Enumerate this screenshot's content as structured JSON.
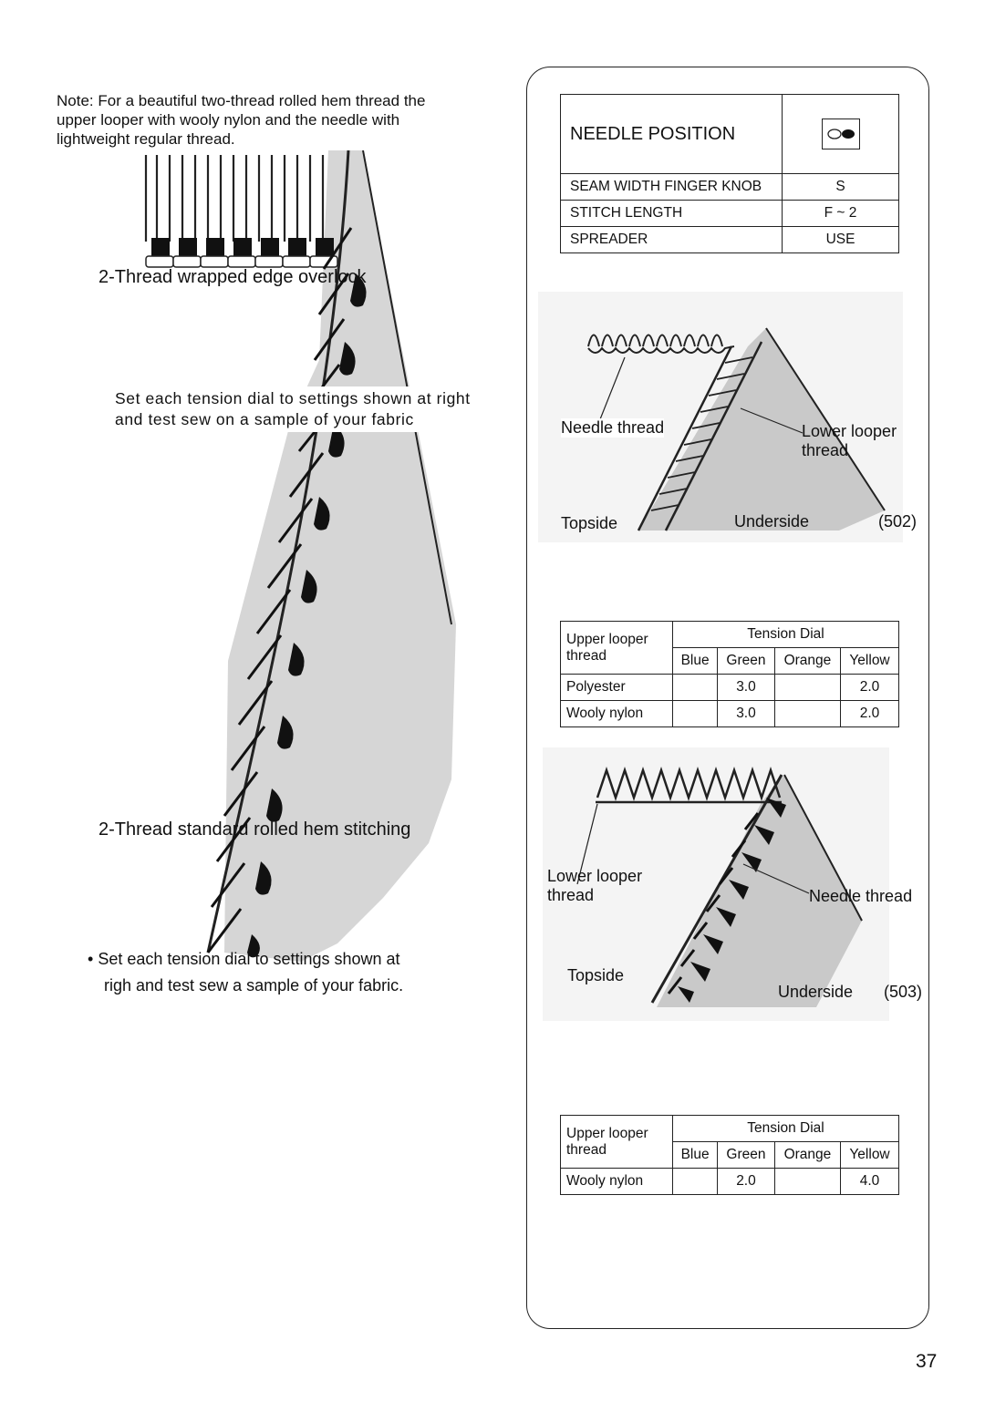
{
  "note": "Note: For a beautiful two-thread rolled hem thread the upper looper with wooly nylon and the needle with lightweight regular thread.",
  "left": {
    "heading1": "2-Thread wrapped edge overlock",
    "instruction1_line1": "Set each tension dial to settings shown at right",
    "instruction1_line2": "and test sew on a sample of your fabric",
    "heading2": "2-Thread standard rolled hem stitching",
    "bullet_line1": "Set each tension dial to settings shown at",
    "bullet_line2": "righ and test sew a sample of your fabric."
  },
  "settings": {
    "needle_position_label": "NEEDLE POSITION",
    "needle_position_icon": "needle-position-right-icon",
    "rows": [
      {
        "label": "SEAM WIDTH FINGER KNOB",
        "value": "S"
      },
      {
        "label": "STITCH LENGTH",
        "value": "F ~ 2"
      },
      {
        "label": "SPREADER",
        "value": "USE"
      }
    ]
  },
  "diagram502": {
    "needle_thread": "Needle thread",
    "lower_looper_line1": "Lower looper",
    "lower_looper_line2": "thread",
    "topside": "Topside",
    "underside": "Underside",
    "code": "(502)"
  },
  "diagram503": {
    "lower_looper_line1": "Lower looper",
    "lower_looper_line2": "thread",
    "needle_thread": "Needle thread",
    "topside": "Topside",
    "underside": "Underside",
    "code": "(503)"
  },
  "tension_table_1": {
    "row_header": "Upper looper thread",
    "group_header": "Tension Dial",
    "columns": [
      "Blue",
      "Green",
      "Orange",
      "Yellow"
    ],
    "rows": [
      {
        "thread": "Polyester",
        "values": [
          "",
          "3.0",
          "",
          "2.0"
        ]
      },
      {
        "thread": "Wooly nylon",
        "values": [
          "",
          "3.0",
          "",
          "2.0"
        ]
      }
    ]
  },
  "tension_table_2": {
    "row_header": "Upper looper thread",
    "group_header": "Tension Dial",
    "columns": [
      "Blue",
      "Green",
      "Orange",
      "Yellow"
    ],
    "rows": [
      {
        "thread": "Wooly nylon",
        "values": [
          "",
          "2.0",
          "",
          "4.0"
        ]
      }
    ]
  },
  "page_number": "37"
}
